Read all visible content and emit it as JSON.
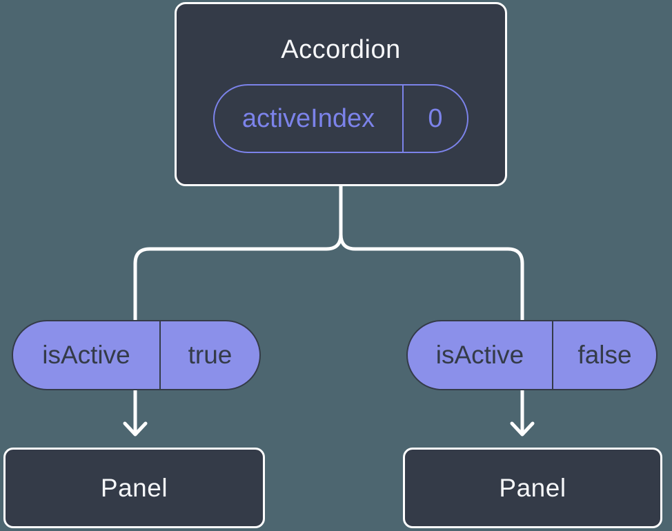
{
  "diagram": {
    "title_node": {
      "title": "Accordion",
      "prop": {
        "name": "activeIndex",
        "value": "0"
      }
    },
    "children": [
      {
        "state": {
          "name": "isActive",
          "value": "true"
        },
        "panel_label": "Panel"
      },
      {
        "state": {
          "name": "isActive",
          "value": "false"
        },
        "panel_label": "Panel"
      }
    ],
    "colors": {
      "background": "#4d6670",
      "node_fill": "#343b48",
      "connector": "#ffffff",
      "pill_fill": "#8b90ea",
      "pill_outline": "#7c83ea",
      "light_text": "#f6f7f9"
    }
  }
}
